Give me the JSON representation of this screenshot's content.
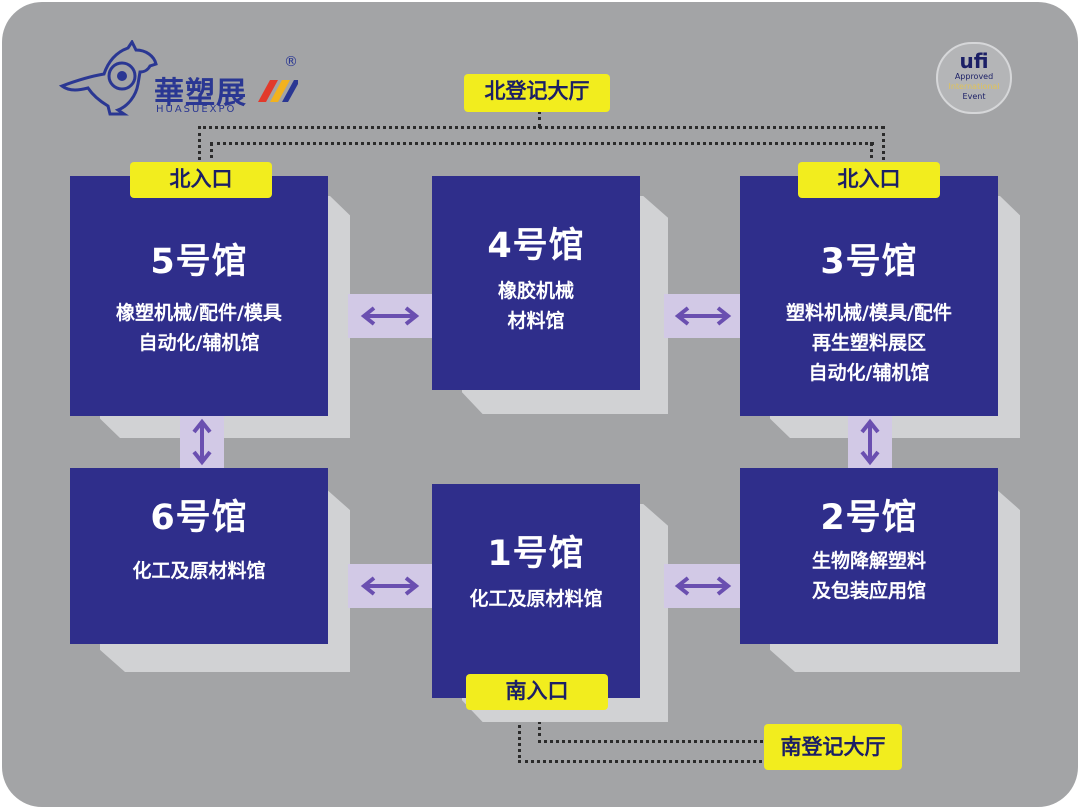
{
  "logo": {
    "name_cn": "華塑展",
    "name_en": "HUASUEXPO",
    "registered_mark": "®"
  },
  "ufi_badge": {
    "brand": "ufi",
    "line1": "Approved",
    "line2": "International",
    "line3": "Event"
  },
  "labels": {
    "north_registration": "北登记大厅",
    "north_entrance_left": "北入口",
    "north_entrance_right": "北入口",
    "south_entrance": "南入口",
    "south_registration": "南登记大厅"
  },
  "halls": {
    "hall5": {
      "number": "5号馆",
      "lines": [
        "橡塑机械/配件/模具",
        "自动化/辅机馆"
      ]
    },
    "hall4": {
      "number": "4号馆",
      "lines": [
        "橡胶机械",
        "材料馆"
      ]
    },
    "hall3": {
      "number": "3号馆",
      "lines": [
        "塑料机械/模具/配件",
        "再生塑料展区",
        "自动化/辅机馆"
      ]
    },
    "hall6": {
      "number": "6号馆",
      "lines": [
        "化工及原材料馆"
      ]
    },
    "hall1": {
      "number": "1号馆",
      "lines": [
        "化工及原材料馆"
      ]
    },
    "hall2": {
      "number": "2号馆",
      "lines": [
        "生物降解塑料",
        "及包装应用馆"
      ]
    }
  },
  "colors": {
    "background": "#a3a4a6",
    "hall": "#2f2e8b",
    "shadow": "#d1d2d4",
    "tag": "#f2ed1e",
    "tag_text": "#1b1f66",
    "connector": "#d2c9e6",
    "arrow": "#6a4fb0"
  }
}
